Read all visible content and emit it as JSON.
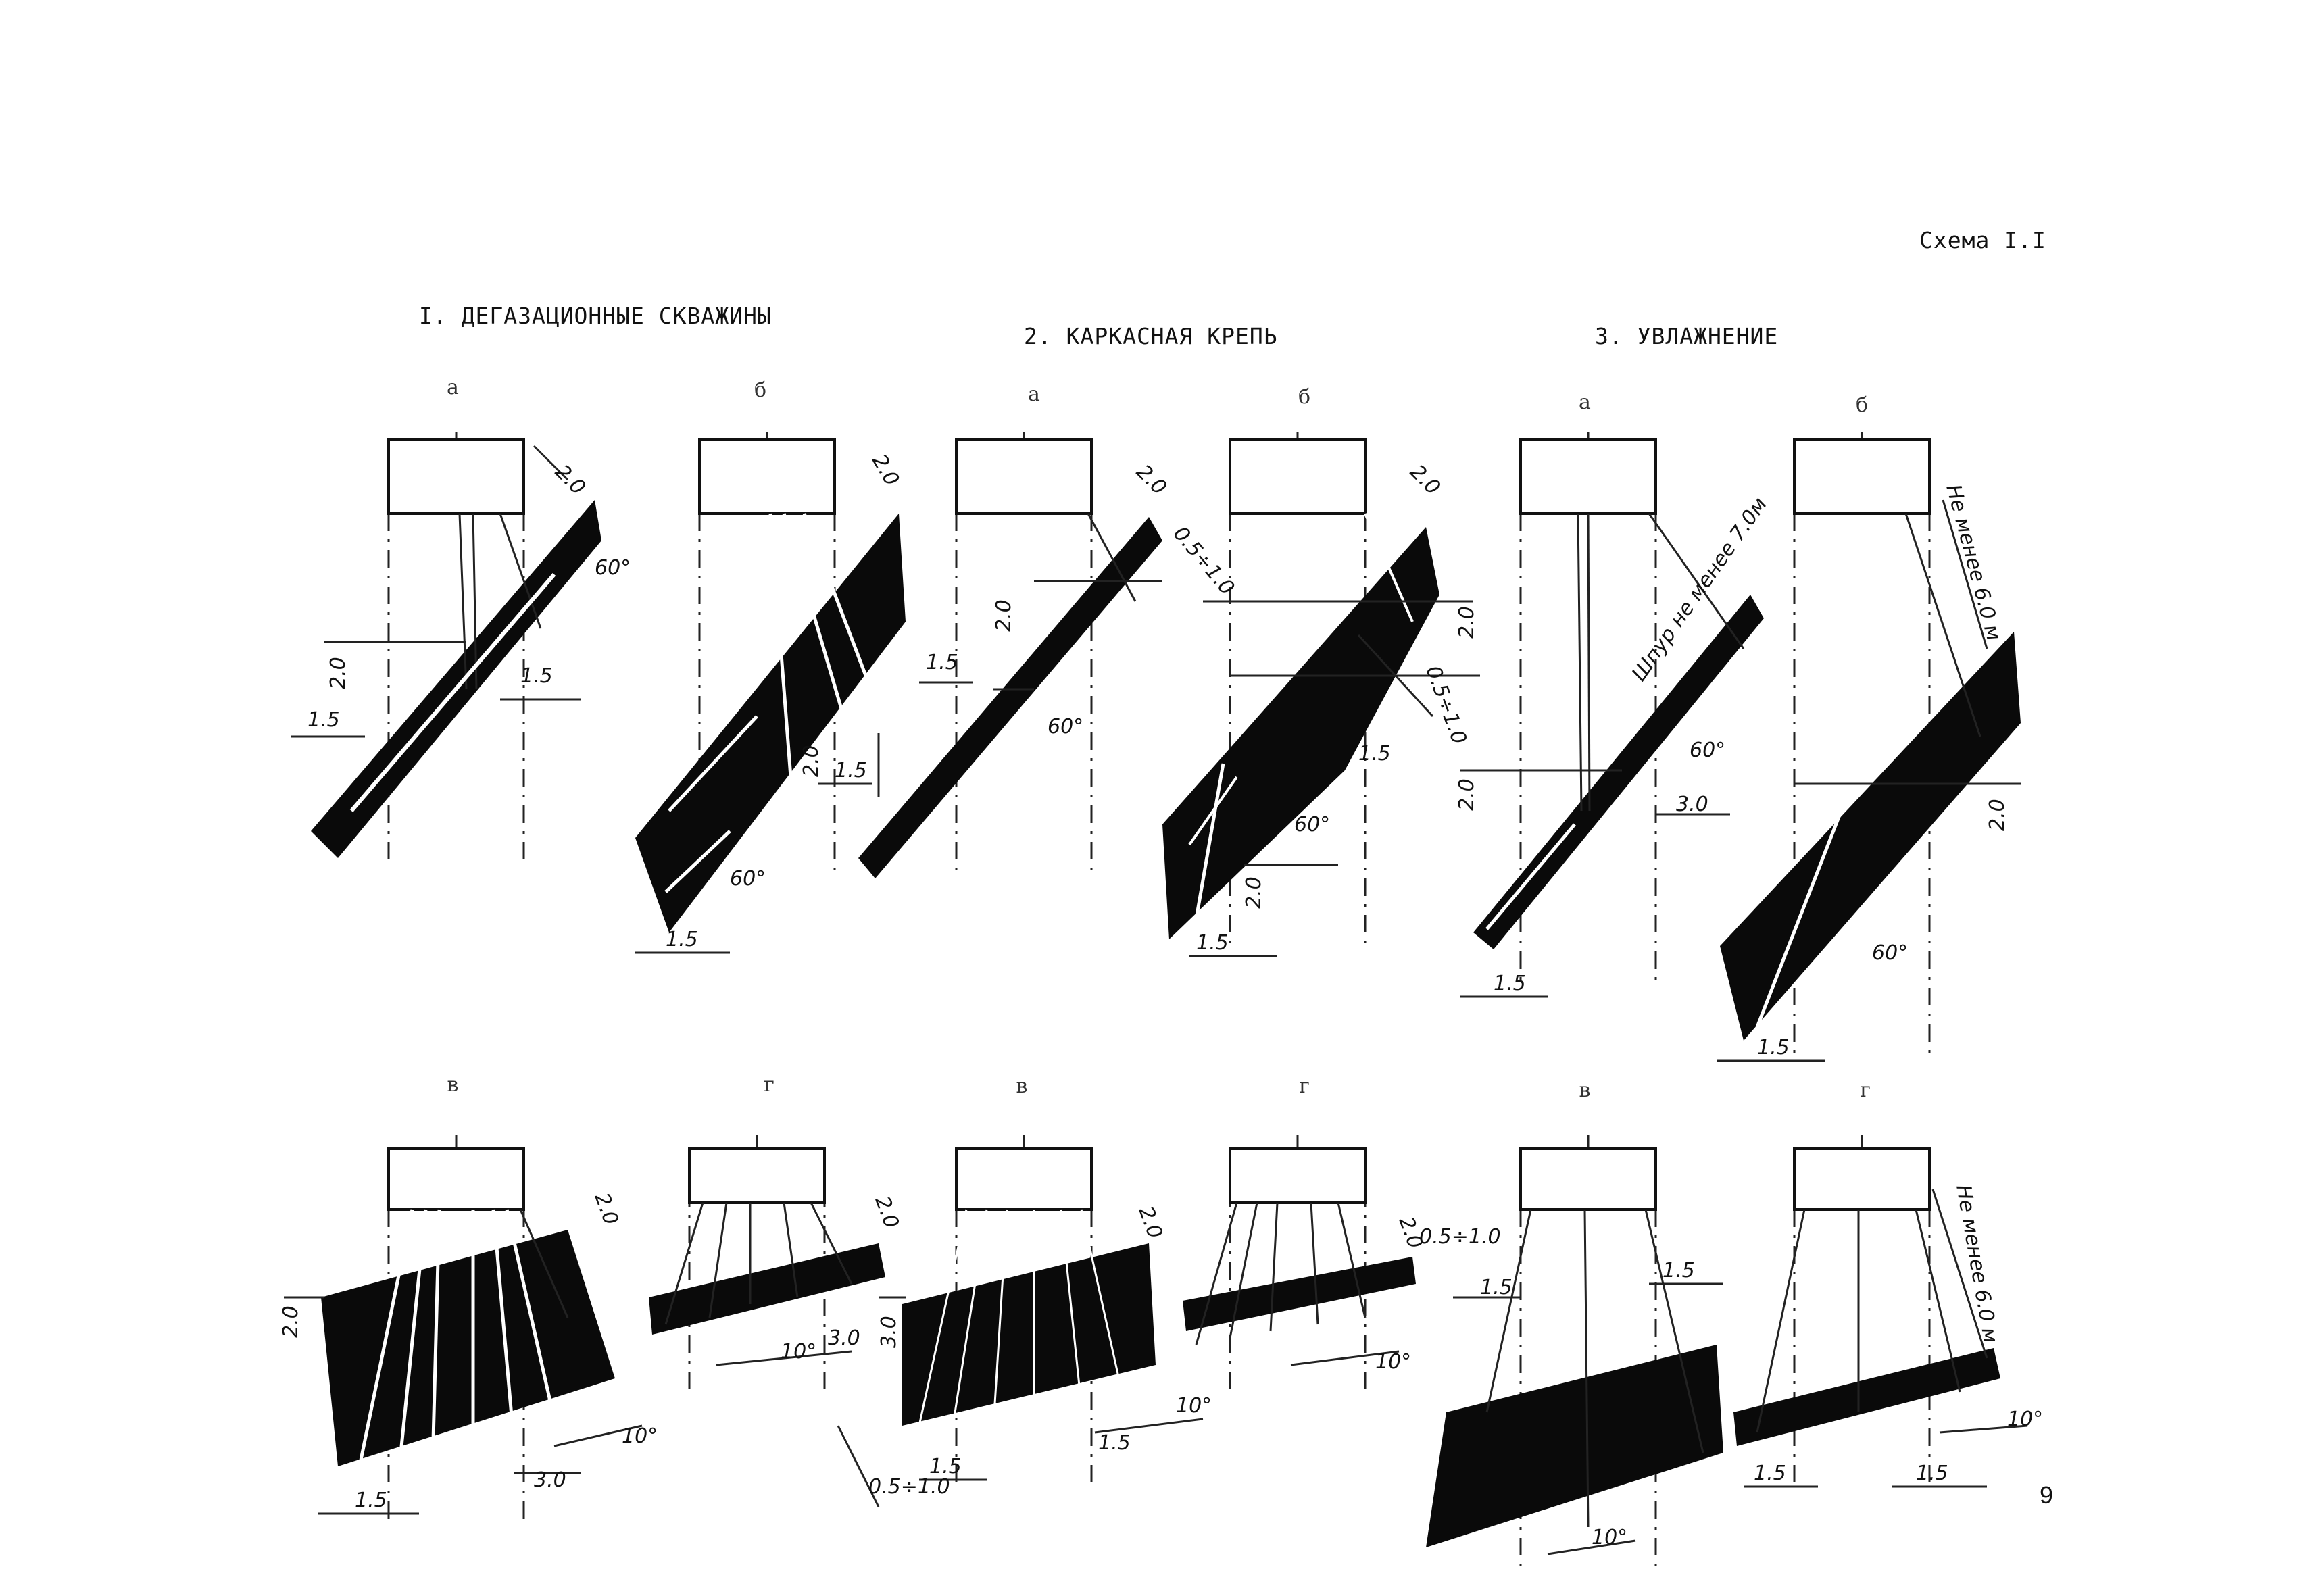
{
  "scheme_label": "Схема I.I",
  "page_number": "9",
  "sections": [
    {
      "title": "I. ДЕГАЗАЦИОННЫЕ СКВАЖИНЫ"
    },
    {
      "title": "2. КАРКАСНАЯ КРЕПЬ"
    },
    {
      "title": "3. УВЛАЖНЕНИЕ"
    }
  ],
  "sublabels_top": [
    "а",
    "б",
    "а",
    "б",
    "а",
    "б"
  ],
  "sublabels_bottom": [
    "в",
    "г",
    "в",
    "г",
    "в",
    "г"
  ],
  "panels_top": [
    {
      "dims": [
        "2.0",
        "60°",
        "2.0",
        "1.5",
        "1.5"
      ]
    },
    {
      "dims": [
        "2.0",
        "2.0",
        "1.5",
        "60°",
        "1.5"
      ]
    },
    {
      "dims": [
        "2.0",
        "0.5÷1.0",
        "2.0",
        "1.5",
        "60°"
      ]
    },
    {
      "dims": [
        "2.0",
        "2.0",
        "0.5÷1.0",
        "1.5",
        "60°",
        "2.0",
        "1.5"
      ]
    },
    {
      "dims": [
        "Шпур не менее 7.0м",
        "60°",
        "2.0",
        "3.0",
        "1.5"
      ]
    },
    {
      "dims": [
        "Не менее 6.0 м",
        "2.0",
        "60°",
        "1.5"
      ]
    }
  ],
  "panels_bottom": [
    {
      "dims": [
        "2.0",
        "2.0",
        "10°",
        "3.0",
        "1.5"
      ]
    },
    {
      "dims": [
        "2.0",
        "10°",
        "3.0"
      ]
    },
    {
      "dims": [
        "2.0",
        "3.0",
        "10°",
        "1.5",
        "1.5",
        "0.5÷1.0"
      ]
    },
    {
      "dims": [
        "2.0",
        "10°"
      ]
    },
    {
      "dims": [
        "0.5÷1.0",
        "1.5",
        "1.5",
        "10°"
      ]
    },
    {
      "dims": [
        "Не менее 6.0 м",
        "10°",
        "1.5",
        "1.5"
      ]
    }
  ]
}
